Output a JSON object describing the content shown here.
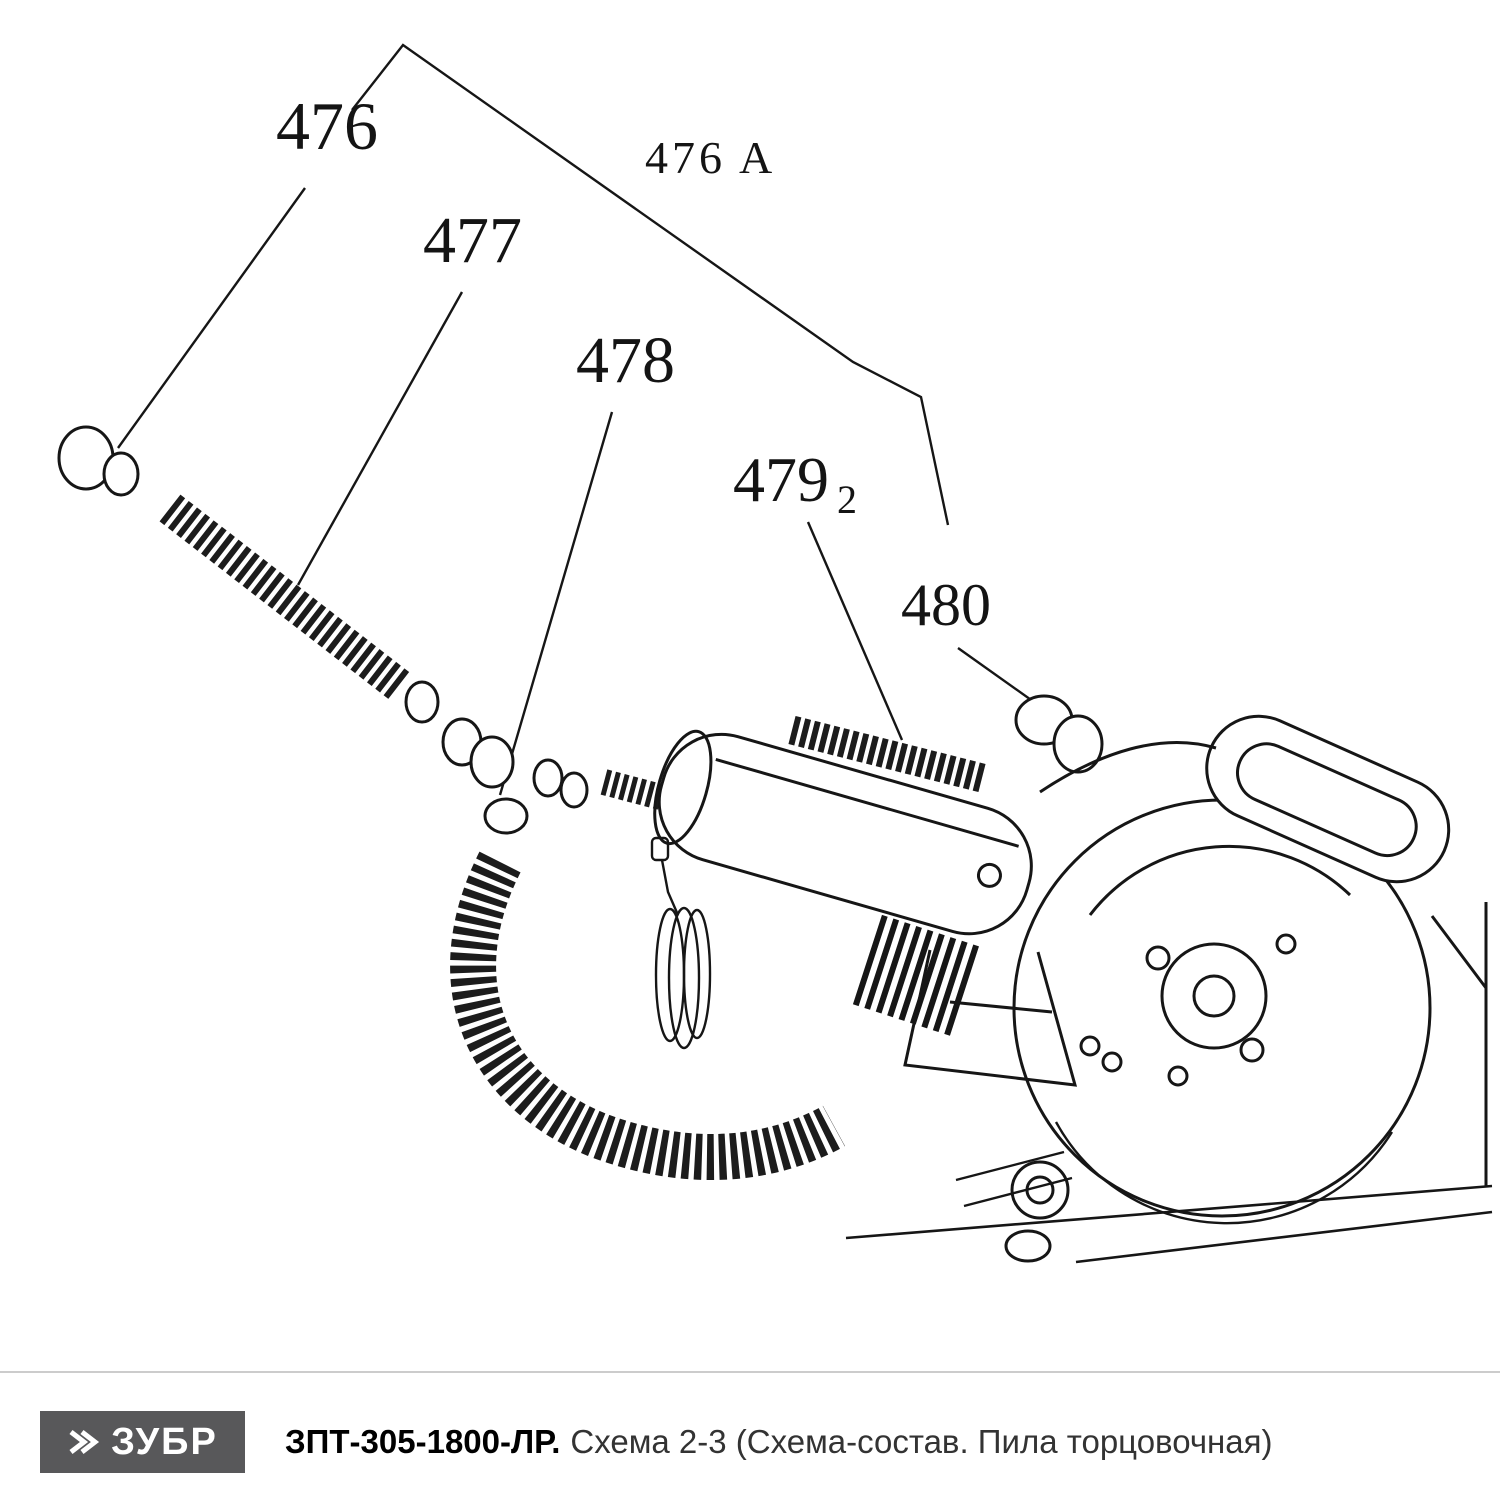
{
  "diagram": {
    "labels": [
      {
        "text": "476"
      },
      {
        "text": "476 A"
      },
      {
        "text": "477"
      },
      {
        "text": "478"
      },
      {
        "text": "479",
        "sub": "2"
      },
      {
        "text": "480"
      }
    ]
  },
  "footer": {
    "brand": "ЗУБР",
    "model": "ЗПТ-305-1800-ЛР.",
    "subtitle": "Схема 2-3 (Схема-состав. Пила торцовочная)"
  }
}
